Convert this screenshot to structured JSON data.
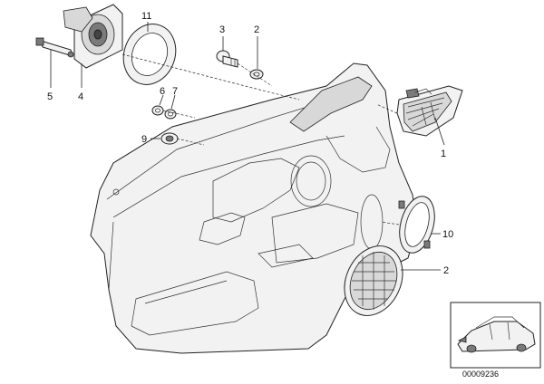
{
  "callouts": [
    {
      "id": "label-1",
      "text": "1"
    },
    {
      "id": "label-2a",
      "text": "2"
    },
    {
      "id": "label-2b",
      "text": "2"
    },
    {
      "id": "label-3",
      "text": "3"
    },
    {
      "id": "label-4",
      "text": "4"
    },
    {
      "id": "label-5",
      "text": "5"
    },
    {
      "id": "label-6",
      "text": "6"
    },
    {
      "id": "label-7",
      "text": "7"
    },
    {
      "id": "label-9",
      "text": "9"
    },
    {
      "id": "label-10",
      "text": "10"
    },
    {
      "id": "label-11",
      "text": "11"
    }
  ],
  "reference_number": "00009236"
}
